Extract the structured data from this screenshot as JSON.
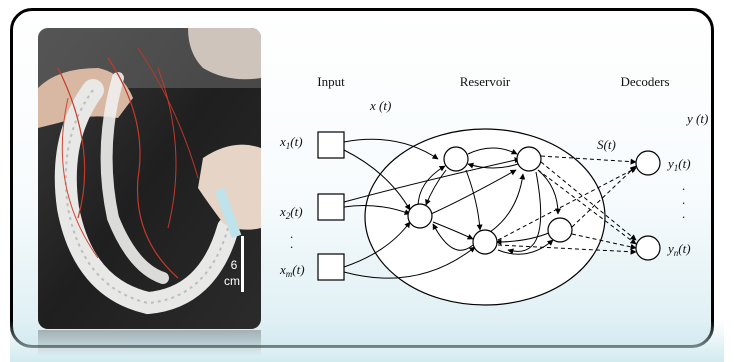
{
  "photo": {
    "scale_value": "6",
    "scale_unit": "cm"
  },
  "diagram": {
    "headers": {
      "input": "Input",
      "reservoir": "Reservoir",
      "decoders": "Decoders"
    },
    "labels": {
      "x_t": "x (t)",
      "s_t": "S(t)",
      "y_t": "y (t)",
      "x1": {
        "base": "x",
        "sub": "1",
        "tail": "(t)"
      },
      "x2": {
        "base": "x",
        "sub": "2",
        "tail": "(t)"
      },
      "xm": {
        "base": "x",
        "sub": "m",
        "tail": "(t)"
      },
      "y1": {
        "base": "y",
        "sub": "1",
        "tail": "(t)"
      },
      "yn": {
        "base": "y",
        "sub": "n",
        "tail": "(t)"
      }
    }
  }
}
